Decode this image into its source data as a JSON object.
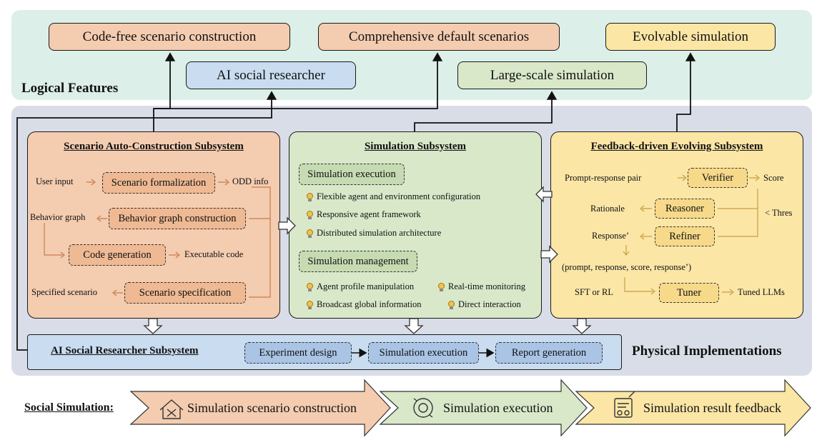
{
  "logical_features": {
    "label": "Logical Features",
    "boxes": {
      "code_free": "Code-free scenario construction",
      "default_scenarios": "Comprehensive default scenarios",
      "evolvable": "Evolvable simulation",
      "ai_researcher": "AI social researcher",
      "large_scale": "Large-scale simulation"
    }
  },
  "physical_label": "Physical Implementations",
  "scenario": {
    "title": "Scenario Auto-Construction Subsystem",
    "user_input": "User input",
    "formalization": "Scenario formalization",
    "odd_info": "ODD info",
    "behavior_graph": "Behavior graph",
    "behavior_construction": "Behavior graph construction",
    "code_generation": "Code generation",
    "executable_code": "Executable code",
    "specified_scenario": "Specified scenario",
    "specification": "Scenario specification"
  },
  "simulation": {
    "title": "Simulation Subsystem",
    "execution": "Simulation execution",
    "exec_items": [
      "Flexible agent and environment configuration",
      "Responsive agent framework",
      "Distributed simulation architecture"
    ],
    "management": "Simulation management",
    "mgmt_items": [
      "Agent profile manipulation",
      "Real-time monitoring",
      "Broadcast global information",
      "Direct interaction"
    ]
  },
  "feedback": {
    "title": "Feedback-driven Evolving Subsystem",
    "prompt_pair": "Prompt-response pair",
    "verifier": "Verifier",
    "score": "Score",
    "rationale": "Rationale",
    "reasoner": "Reasoner",
    "thres": "< Thres",
    "response_prime": "Response’",
    "refiner": "Refiner",
    "tuple": "(prompt, response, score, response’)",
    "sft": "SFT or RL",
    "tuner": "Tuner",
    "tuned": "Tuned LLMs"
  },
  "researcher": {
    "title": "AI Social Researcher Subsystem",
    "steps": [
      "Experiment design",
      "Simulation execution",
      "Report generation"
    ]
  },
  "pipeline": {
    "label": "Social Simulation:",
    "stages": [
      "Simulation scenario construction",
      "Simulation execution",
      "Simulation result feedback"
    ]
  },
  "colors": {
    "logical_bg": "#dcefe8",
    "physical_bg": "#d9dde7",
    "orange": "#f4ccb0",
    "orange_inner": "#eeb993",
    "green": "#d8e8c9",
    "green_inner": "#c6dbb2",
    "yellow": "#fbe6a6",
    "yellow_inner": "#f7d98a",
    "blue": "#c9dcf0",
    "blue_inner": "#a9c4e4"
  }
}
